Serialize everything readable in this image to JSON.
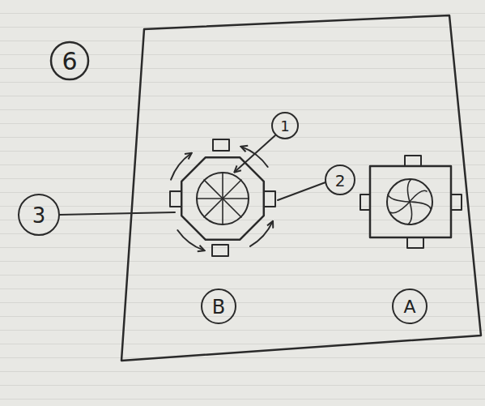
{
  "diagram": {
    "labels": [
      "6",
      "1",
      "2",
      "3",
      "B",
      "A"
    ]
  }
}
